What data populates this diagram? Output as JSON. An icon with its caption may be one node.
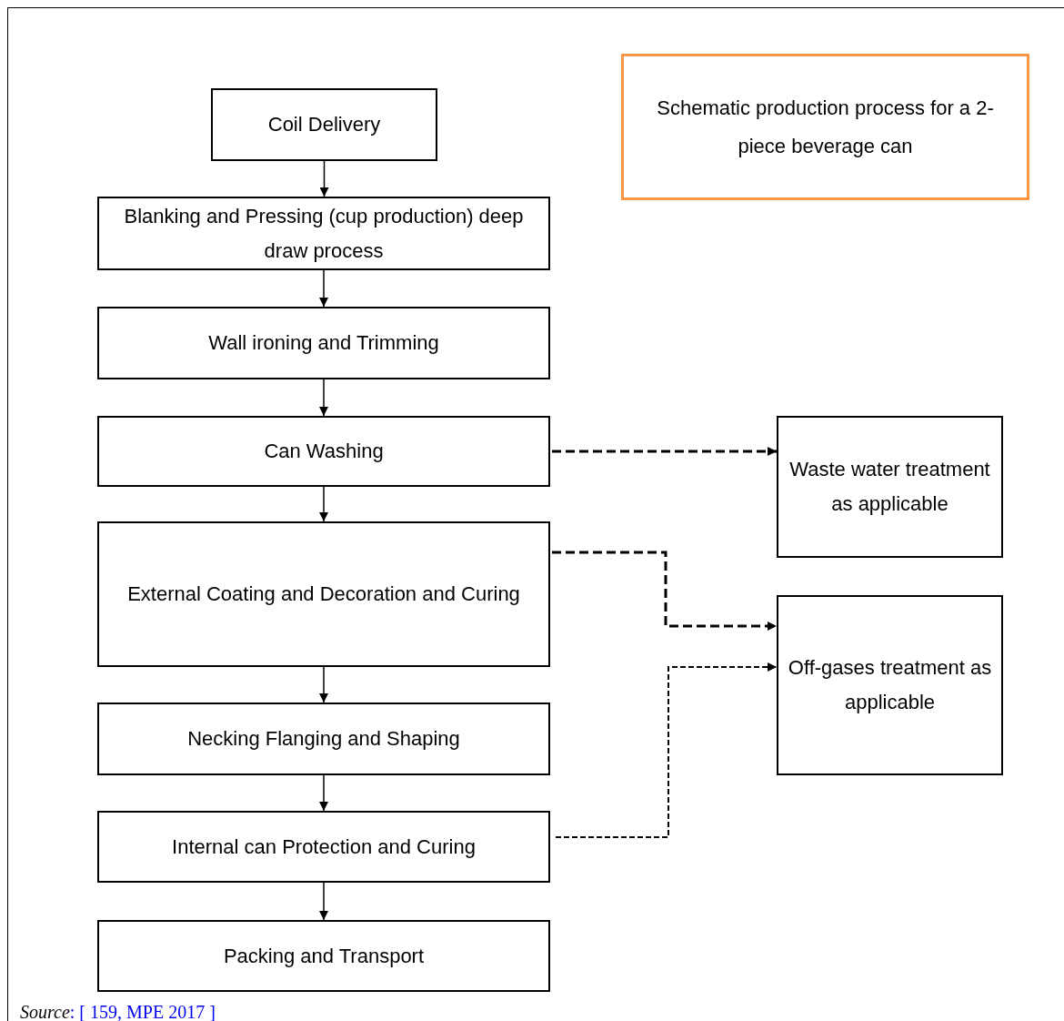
{
  "diagram": {
    "title": "Schematic production process for a 2-piece beverage can",
    "caption": "*Source*: [ 159, MPE 2017 ]",
    "nodes": [
      {
        "text": [
          "Coil Delivery"
        ]
      },
      {
        "text": [
          "Blanking and Pressing (cup production) deep draw process"
        ]
      },
      {
        "text": [
          "Wall ironing and Trimming"
        ]
      },
      {
        "text": [
          "Can Washing"
        ]
      },
      {
        "text": [
          "External Coating and Decoration and Curing"
        ]
      },
      {
        "text": [
          "Necking Flanging and Shaping"
        ]
      },
      {
        "text": [
          "Internal can Protection and Curing"
        ]
      },
      {
        "text": [
          "Packing and Transport"
        ]
      },
      {
        "text": [
          "Waste water treatment as applicable"
        ]
      },
      {
        "text": [
          "Off-gases treatment as applicable"
        ]
      }
    ],
    "edges": [
      {
        "from": 0,
        "to": 1,
        "arrow": "to"
      },
      {
        "from": 1,
        "to": 2,
        "arrow": "to"
      },
      {
        "from": 2,
        "to": 3,
        "arrow": "to"
      },
      {
        "from": 3,
        "to": 4,
        "arrow": "to"
      },
      {
        "from": 4,
        "to": 5,
        "arrow": "to"
      },
      {
        "from": 5,
        "to": 6,
        "arrow": "to"
      },
      {
        "from": 6,
        "to": 7,
        "arrow": "to"
      },
      {
        "from": 3,
        "to": 8,
        "arrow": "to",
        "style": "dashed"
      },
      {
        "from": 4,
        "to": 9,
        "arrow": "to",
        "style": "dashed"
      },
      {
        "from": 6,
        "to": 9,
        "arrow": "to",
        "style": "dashed"
      }
    ]
  }
}
